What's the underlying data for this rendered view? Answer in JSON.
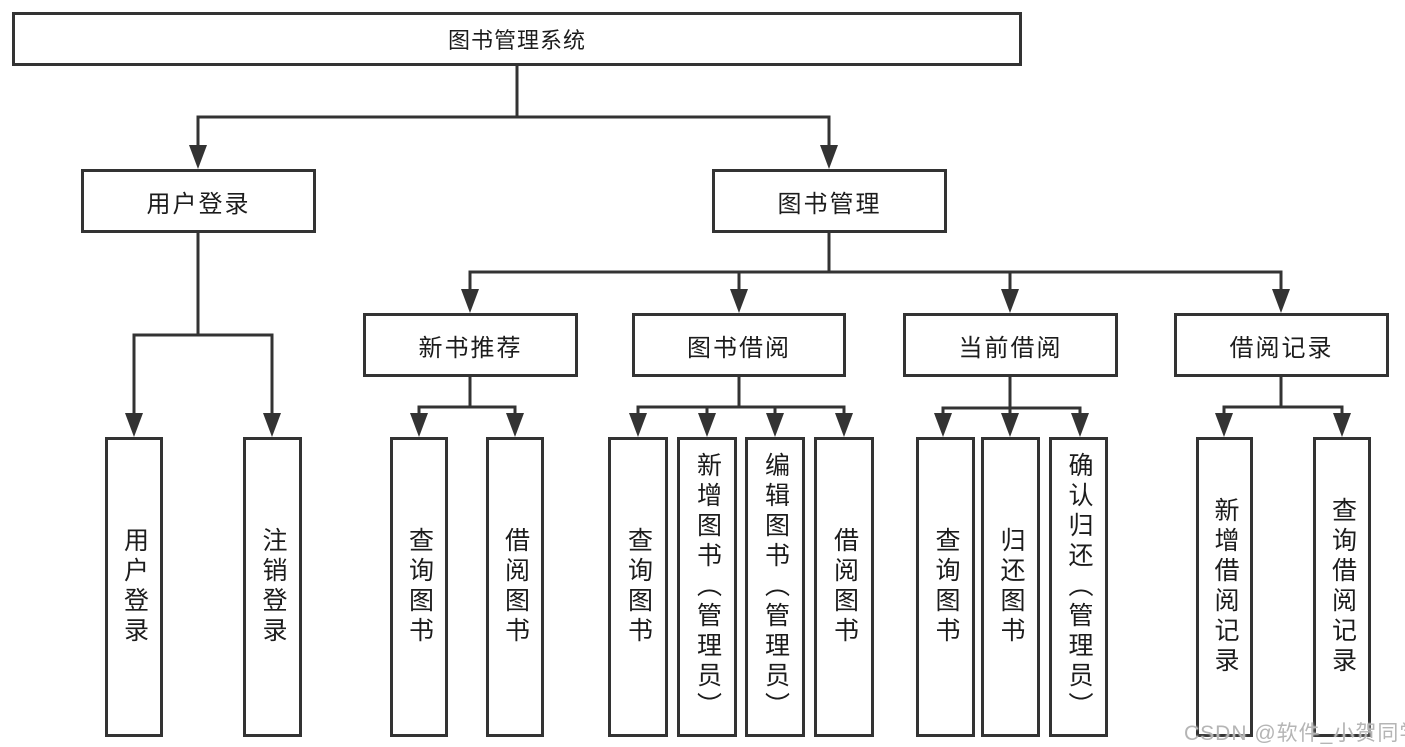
{
  "diagram": {
    "tree": {
      "label": "图书管理系统",
      "children": [
        {
          "label": "用户登录",
          "children": [
            {
              "label": "用户登录"
            },
            {
              "label": "注销登录"
            }
          ]
        },
        {
          "label": "图书管理",
          "children": [
            {
              "label": "新书推荐",
              "children": [
                {
                  "label": "查询图书"
                },
                {
                  "label": "借阅图书"
                }
              ]
            },
            {
              "label": "图书借阅",
              "children": [
                {
                  "label": "查询图书"
                },
                {
                  "label": "新增图书（管理员）"
                },
                {
                  "label": "编辑图书（管理员）"
                },
                {
                  "label": "借阅图书"
                }
              ]
            },
            {
              "label": "当前借阅",
              "children": [
                {
                  "label": "查询图书"
                },
                {
                  "label": "归还图书"
                },
                {
                  "label": "确认归还（管理员）"
                }
              ]
            },
            {
              "label": "借阅记录",
              "children": [
                {
                  "label": "新增借阅记录"
                },
                {
                  "label": "查询借阅记录"
                }
              ]
            }
          ]
        }
      ]
    },
    "watermark": "CSDN @软件_小贺同学",
    "colors": {
      "line": "#333333",
      "box_border": "#333333",
      "text": "#1c1c1c",
      "watermark": "#b5b5b5",
      "background": "#ffffff"
    }
  }
}
